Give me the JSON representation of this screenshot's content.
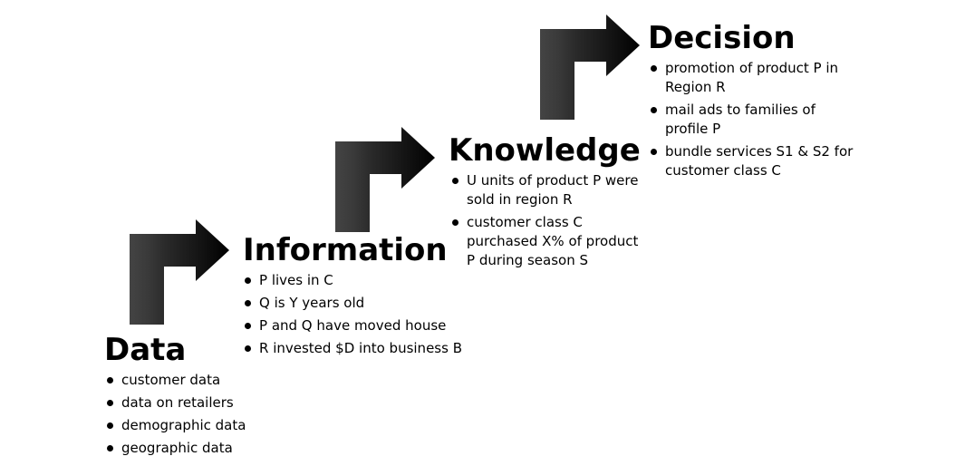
{
  "stages": [
    {
      "title": "Data",
      "items": [
        "customer data",
        "data on retailers",
        "demographic data",
        "geographic data"
      ]
    },
    {
      "title": "Information",
      "items": [
        "P lives in C",
        "Q is Y years old",
        "P and Q have moved house",
        "R invested $D into business B"
      ]
    },
    {
      "title": "Knowledge",
      "items": [
        "U units of product P were sold in region R",
        "customer class C purchased X% of product P during season S"
      ]
    },
    {
      "title": "Decision",
      "items": [
        "promotion of product  P in Region R",
        "mail ads to families of profile P",
        "bundle services S1 & S2 for customer class C"
      ]
    }
  ],
  "colors": {
    "arrow_shades": [
      "#404040",
      "#333333",
      "#262626",
      "#1a1a1a",
      "#0d0d0d",
      "#000000"
    ]
  },
  "icons": {
    "connector": "bent-arrow-icon"
  }
}
